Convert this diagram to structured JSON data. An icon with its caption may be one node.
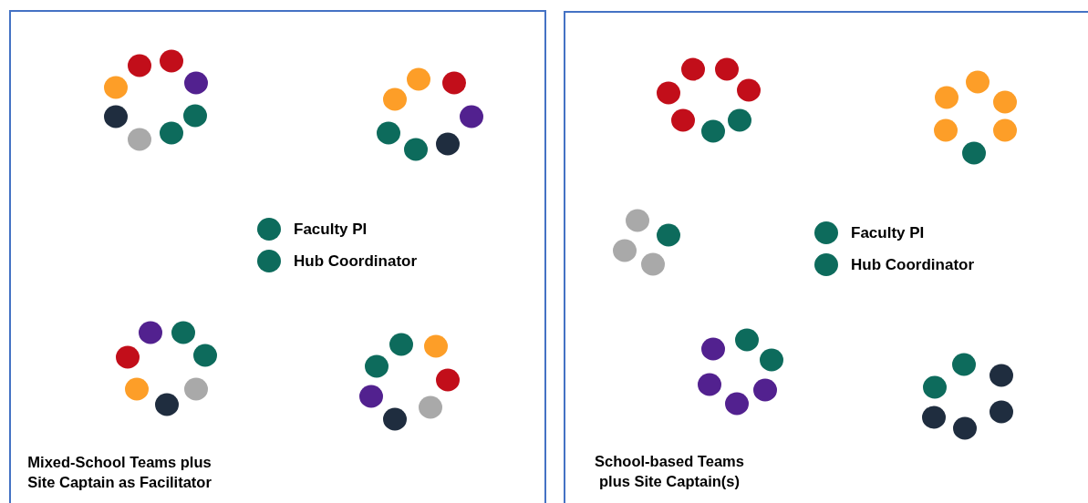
{
  "diagram": {
    "nodes": [
      {
        "text": [
          "Mixed-School Teams plus Site Captain as Facilitator"
        ]
      },
      {
        "text": [
          "School-based Teams plus Site Captain(s)"
        ]
      }
    ],
    "edges": [],
    "legend": [
      {
        "text": "Faculty PI",
        "color": "#0d6b5c"
      },
      {
        "text": "Hub Coordinator",
        "color": "#0d6b5c"
      },
      {
        "text": "Faculty PI",
        "color": "#0d6b5c"
      },
      {
        "text": "Hub Coordinator",
        "color": "#0d6b5c"
      }
    ]
  }
}
